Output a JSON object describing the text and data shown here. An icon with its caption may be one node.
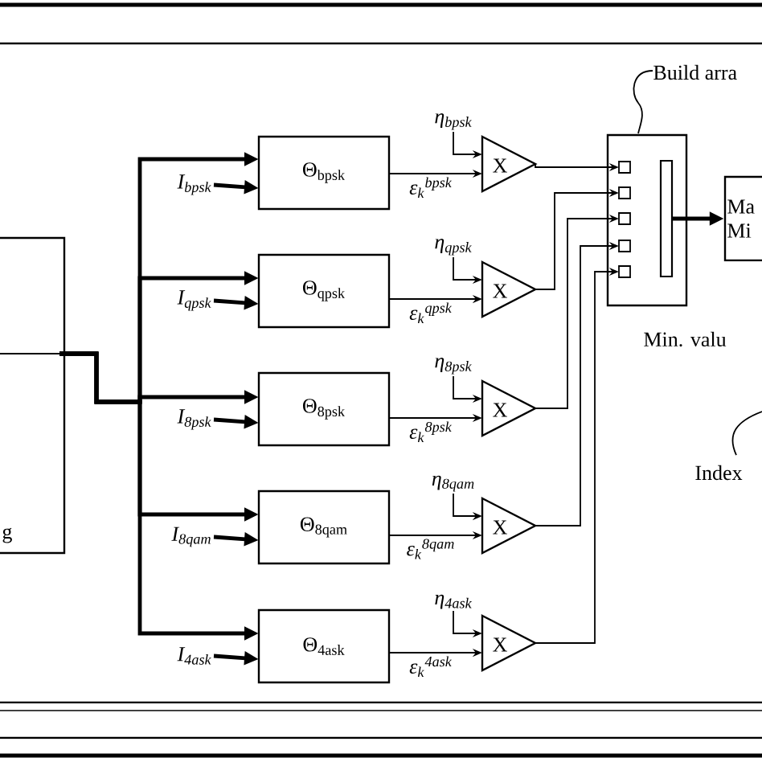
{
  "diagram": {
    "nodes": [
      {
        "text": [
          "g"
        ]
      },
      {
        "text": [
          "Θ$_{bpsk}$"
        ]
      },
      {
        "text": [
          "Θ$_{qpsk}$"
        ]
      },
      {
        "text": [
          "Θ$_{8psk}$"
        ]
      },
      {
        "text": [
          "Θ$_{8qam}$"
        ]
      },
      {
        "text": [
          "Θ$_{4ask}$"
        ]
      },
      {
        "text": [
          "I$_{bpsk}$"
        ]
      },
      {
        "text": [
          "I$_{qpsk}$"
        ]
      },
      {
        "text": [
          "I$_{8psk}$"
        ]
      },
      {
        "text": [
          "I$_{8qam}$"
        ]
      },
      {
        "text": [
          "I$_{4ask}$"
        ]
      },
      {
        "text": [
          "X"
        ]
      },
      {
        "text": [
          "X"
        ]
      },
      {
        "text": [
          "X"
        ]
      },
      {
        "text": [
          "X"
        ]
      },
      {
        "text": [
          "X"
        ]
      },
      {
        "text": [
          "η$_{bpsk}$"
        ]
      },
      {
        "text": [
          "η$_{qpsk}$"
        ]
      },
      {
        "text": [
          "η$_{8psk}$"
        ]
      },
      {
        "text": [
          "η$_{8qam}$"
        ]
      },
      {
        "text": [
          "η$_{4ask}$"
        ]
      },
      {
        "text": [],
        "shape": "box"
      },
      {
        "text": [
          "Ma Mi"
        ]
      },
      {
        "text": [
          "Build arra"
        ]
      },
      {
        "text": [
          "Index"
        ]
      }
    ],
    "edges": [
      {
        "from": 0,
        "to": 1,
        "arrow": "to",
        "style": "thick"
      },
      {
        "from": 0,
        "to": 2,
        "arrow": "to",
        "style": "thick"
      },
      {
        "from": 0,
        "to": 3,
        "arrow": "to",
        "style": "thick"
      },
      {
        "from": 0,
        "to": 4,
        "arrow": "to",
        "style": "thick"
      },
      {
        "from": 0,
        "to": 5,
        "arrow": "to",
        "style": "thick"
      },
      {
        "from": 6,
        "to": 1,
        "arrow": "to",
        "style": "thick"
      },
      {
        "from": 7,
        "to": 2,
        "arrow": "to",
        "style": "thick"
      },
      {
        "from": 8,
        "to": 3,
        "arrow": "to",
        "style": "thick"
      },
      {
        "from": 9,
        "to": 4,
        "arrow": "to",
        "style": "thick"
      },
      {
        "from": 10,
        "to": 5,
        "arrow": "to",
        "style": "thick"
      },
      {
        "from": 1,
        "to": 11,
        "arrow": "to",
        "label": "ε$_{k}$$^{bpsk}$"
      },
      {
        "from": 2,
        "to": 12,
        "arrow": "to",
        "label": "ε$_{k}$$^{qpsk}$"
      },
      {
        "from": 3,
        "to": 13,
        "arrow": "to",
        "label": "ε$_{k}$$^{8psk}$"
      },
      {
        "from": 4,
        "to": 14,
        "arrow": "to",
        "label": "ε$_{k}$$^{8qam}$"
      },
      {
        "from": 5,
        "to": 15,
        "arrow": "to",
        "label": "ε$_{k}$$^{4ask}$"
      },
      {
        "from": 16,
        "to": 11,
        "arrow": "to"
      },
      {
        "from": 17,
        "to": 12,
        "arrow": "to"
      },
      {
        "from": 18,
        "to": 13,
        "arrow": "to"
      },
      {
        "from": 19,
        "to": 14,
        "arrow": "to"
      },
      {
        "from": 20,
        "to": 15,
        "arrow": "to"
      },
      {
        "from": 11,
        "to": 21,
        "arrow": "to"
      },
      {
        "from": 12,
        "to": 21,
        "arrow": "to"
      },
      {
        "from": 13,
        "to": 21,
        "arrow": "to"
      },
      {
        "from": 14,
        "to": 21,
        "arrow": "to"
      },
      {
        "from": 15,
        "to": 21,
        "arrow": "to"
      },
      {
        "from": 21,
        "to": 22,
        "arrow": "to",
        "style": "thick"
      },
      {
        "from": 23,
        "to": 21,
        "arrow": "none"
      },
      {
        "from": 24,
        "to": null,
        "arrow": "none"
      }
    ],
    "labels": [
      "Min. valu"
    ]
  }
}
